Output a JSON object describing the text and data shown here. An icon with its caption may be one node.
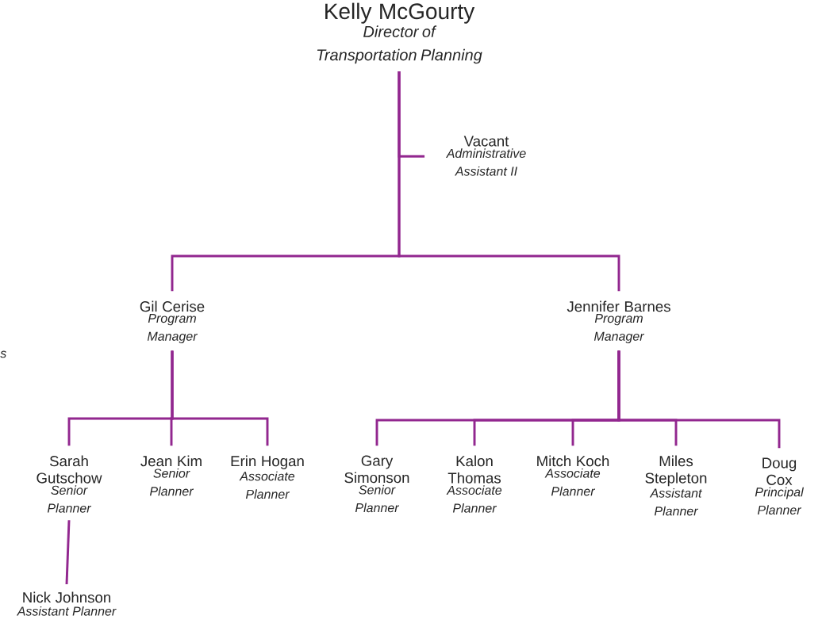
{
  "diagram": {
    "nodes": [
      {
        "text": [
          "Kelly McGourty",
          "Director of Transportation Planning"
        ]
      },
      {
        "text": [
          "Vacant",
          "Administrative Assistant II"
        ]
      },
      {
        "text": [
          "Gil Cerise",
          "Program Manager"
        ]
      },
      {
        "text": [
          "Jennifer Barnes",
          "Program Manager"
        ]
      },
      {
        "text": [
          "Sarah Gutschow",
          "Senior Planner"
        ]
      },
      {
        "text": [
          "Jean Kim",
          "Senior Planner"
        ]
      },
      {
        "text": [
          "Erin Hogan",
          "Associate Planner"
        ]
      },
      {
        "text": [
          "Gary Simonson",
          "Senior Planner"
        ]
      },
      {
        "text": [
          "Kalon Thomas",
          "Associate Planner"
        ]
      },
      {
        "text": [
          "Mitch Koch",
          "Associate Planner"
        ]
      },
      {
        "text": [
          "Miles Stepleton",
          "Assistant Planner"
        ]
      },
      {
        "text": [
          "Doug Cox",
          "Principal Planner"
        ]
      },
      {
        "text": [
          "Nick Johnson",
          "Assistant Planner"
        ]
      }
    ],
    "edges": [
      {
        "from": 0,
        "to": 1,
        "arrow": "none"
      },
      {
        "from": 0,
        "to": 2,
        "arrow": "none"
      },
      {
        "from": 0,
        "to": 3,
        "arrow": "none"
      },
      {
        "from": 2,
        "to": 4,
        "arrow": "none"
      },
      {
        "from": 2,
        "to": 5,
        "arrow": "none"
      },
      {
        "from": 2,
        "to": 6,
        "arrow": "none"
      },
      {
        "from": 3,
        "to": 7,
        "arrow": "none"
      },
      {
        "from": 3,
        "to": 8,
        "arrow": "none"
      },
      {
        "from": 3,
        "to": 9,
        "arrow": "none"
      },
      {
        "from": 3,
        "to": 10,
        "arrow": "none"
      },
      {
        "from": 3,
        "to": 11,
        "arrow": "none"
      },
      {
        "from": 4,
        "to": 12,
        "arrow": "none"
      }
    ],
    "labels": [
      "s"
    ]
  }
}
